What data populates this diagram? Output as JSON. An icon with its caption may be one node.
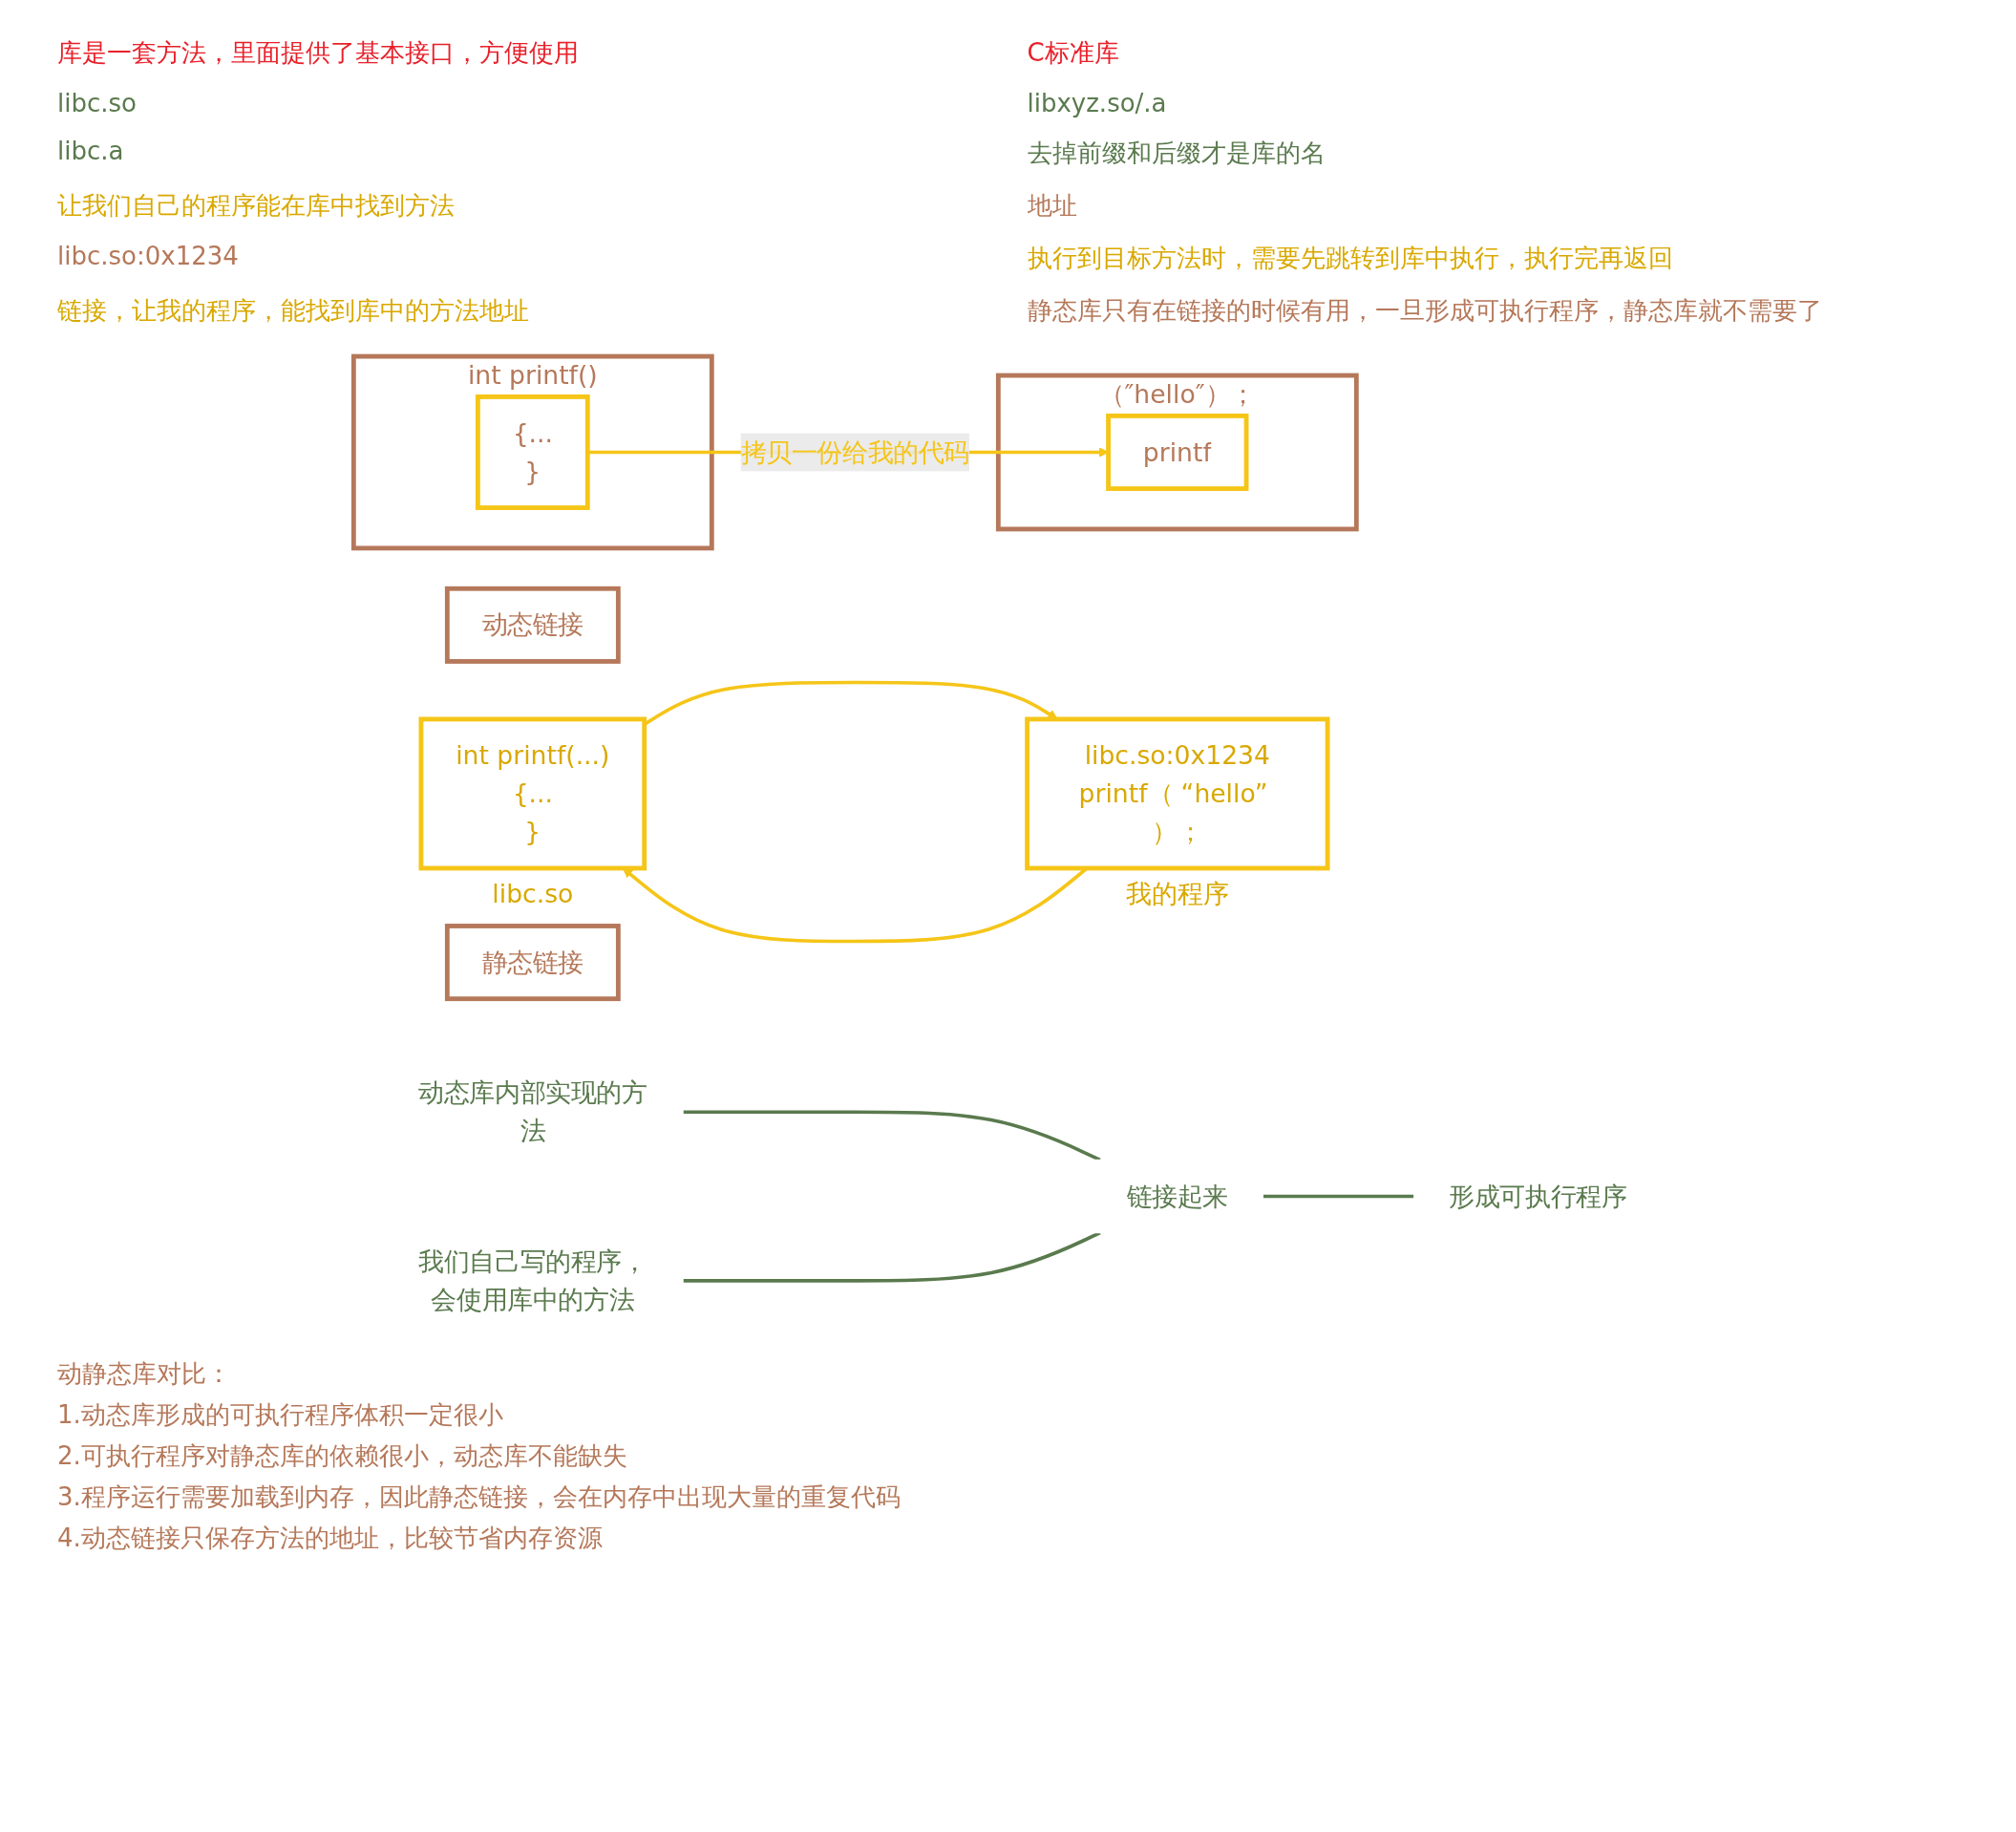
{
  "diagram": {
    "nodes": [
      {
        "text": [
          "动态库内部实现的方法"
        ]
      },
      {
        "text": [
          "我们自己写的程序，会使用库中的方法"
        ]
      },
      {
        "text": [
          "链接起来"
        ]
      },
      {
        "text": [
          "形成可执行程序"
        ]
      },
      {
        "text": [
          "动态链接"
        ]
      },
      {
        "text": [
          "int printf(...)",
          "{...",
          "}"
        ],
        "beside": [
          "libc.so"
        ]
      },
      {
        "text": [
          "libc.so:0x1234",
          "printf（ “hello” ）；"
        ],
        "beside": [
          "我的程序"
        ]
      },
      {
        "text": [
          "静态链接"
        ]
      },
      {
        "text": [
          "int printf()"
        ]
      },
      {
        "text": [
          "{...",
          "}"
        ],
        "in": 8
      },
      {
        "text": [
          "（″hello″）；"
        ]
      },
      {
        "text": [
          "printf"
        ],
        "in": 10
      }
    ],
    "edges": [
      {
        "from": 0,
        "to": 2,
        "arrow": "none"
      },
      {
        "from": 1,
        "to": 2,
        "arrow": "none"
      },
      {
        "from": 2,
        "to": 3,
        "arrow": "none"
      },
      {
        "from": 6,
        "to": 5,
        "arrow": "to",
        "color": "#f5c518"
      },
      {
        "from": 5,
        "to": 6,
        "arrow": "to",
        "color": "#f5c518"
      },
      {
        "from": 9,
        "to": 11,
        "arrow": "to",
        "label": "拷贝一份给我的代码",
        "color": "#f5c518"
      }
    ],
    "labels": [
      "库是一套方法，里面提供了基本接口，方便使用",
      "C标准库",
      "libc.so",
      "libxyz.so/.a",
      "libc.a",
      "去掉前缀和后缀才是库的名",
      "让我们自己的程序能在库中找到方法",
      "地址",
      "libc.so:0x1234",
      "执行到目标方法时，需要先跳转到库中执行，执行完再返回",
      "链接，让我的程序，能找到库中的方法地址",
      "静态库只有在链接的时候有用，一旦形成可执行程序，静态库就不需要了",
      "动静态库对比：",
      "1.动态库形成的可执行程序体积一定很小",
      "2.可执行程序对静态库的依赖很小，动态库不能缺失",
      "3.程序运行需要加载到内存，因此静态链接，会在内存中出现大量的重复代码",
      "4.动态链接只保存方法的地址，比较节省内存资源"
    ]
  }
}
